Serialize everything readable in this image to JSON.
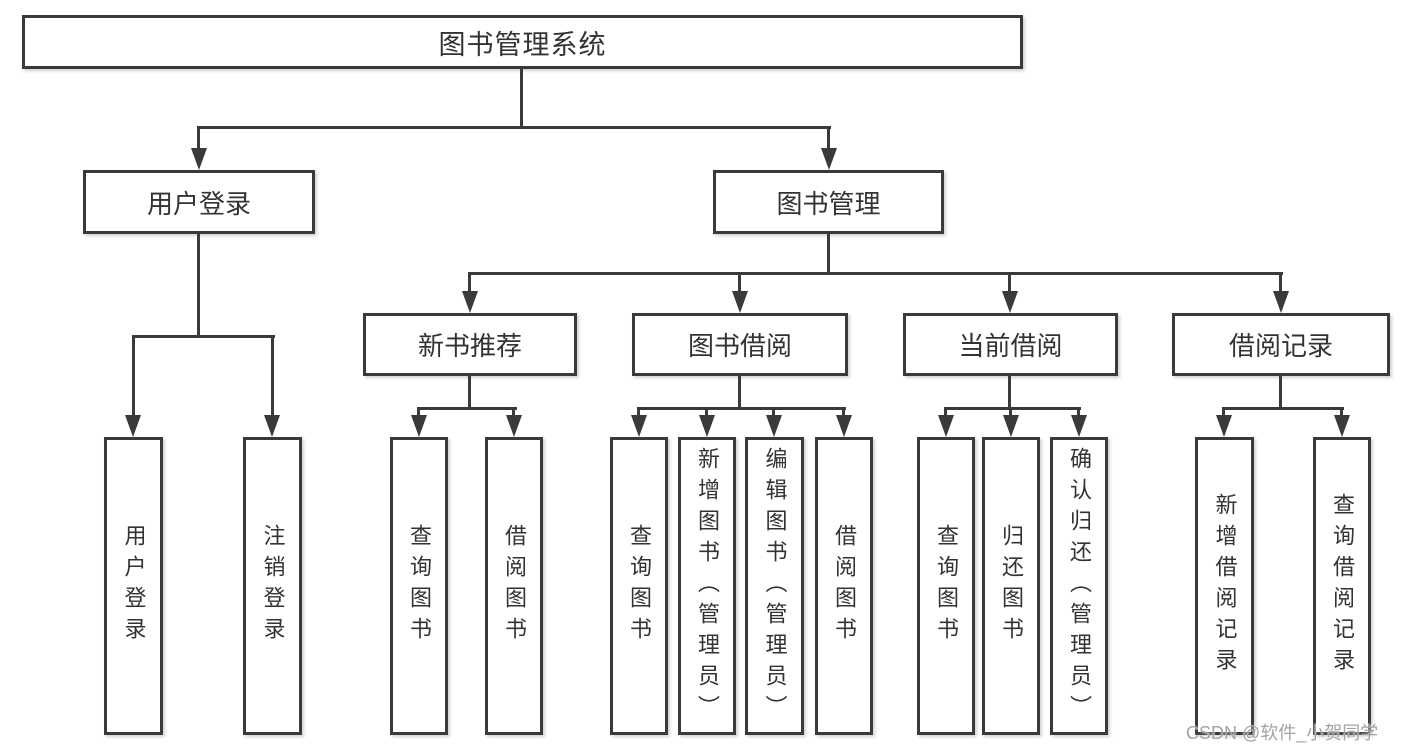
{
  "diagram": {
    "root": {
      "label": "图书管理系统",
      "children": [
        {
          "label": "用户登录",
          "children": [
            {
              "label": "用户登录"
            },
            {
              "label": "注销登录"
            }
          ]
        },
        {
          "label": "图书管理",
          "children": [
            {
              "label": "新书推荐",
              "children": [
                {
                  "label": "查询图书"
                },
                {
                  "label": "借阅图书"
                }
              ]
            },
            {
              "label": "图书借阅",
              "children": [
                {
                  "label": "查询图书"
                },
                {
                  "label": "新增图书（管理员）"
                },
                {
                  "label": "编辑图书（管理员）"
                },
                {
                  "label": "借阅图书"
                }
              ]
            },
            {
              "label": "当前借阅",
              "children": [
                {
                  "label": "查询图书"
                },
                {
                  "label": "归还图书"
                },
                {
                  "label": "确认归还（管理员）"
                }
              ]
            },
            {
              "label": "借阅记录",
              "children": [
                {
                  "label": "新增借阅记录"
                },
                {
                  "label": "查询借阅记录"
                }
              ]
            }
          ]
        }
      ]
    }
  },
  "watermark": {
    "text": "CSDN @软件_小贺同学"
  },
  "colors": {
    "line": "#3a3a3a",
    "text": "#333333",
    "box_background": "#ffffff",
    "watermark_text": "#a3a3a3"
  }
}
